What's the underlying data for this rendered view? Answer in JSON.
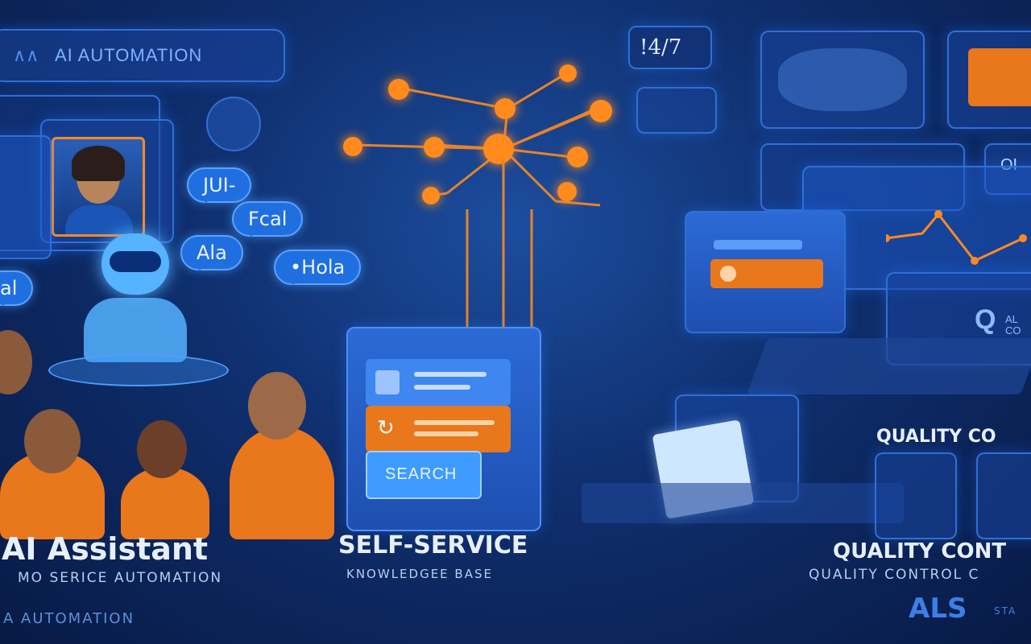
{
  "header": {
    "title": "AI AUTOMATION",
    "badge": "!4/7"
  },
  "left": {
    "bubbles": [
      "JUI-",
      "Fcal",
      "Ala",
      "•Hola",
      "al"
    ],
    "title": "AI Assistant",
    "subtitle": "MO SERICE AUTOMATION",
    "footer": "A AUTOMATION"
  },
  "center": {
    "search_label": "SEARCH",
    "title": "SELF-SERVICE",
    "subtitle": "KNOWLEDGEE BASE"
  },
  "right": {
    "top_label": "OI",
    "screen_label": "Q",
    "screen_sub": "AL\nCO",
    "heading": "QUALITY CO",
    "title": "QUALITY CONT",
    "subtitle": "QUALITY CONTROL C",
    "logo": "ALS",
    "logo_sub": "STA"
  },
  "colors": {
    "accent": "#ff8a1e",
    "primary": "#1f6fe0",
    "bg": "#0f2f6e"
  }
}
